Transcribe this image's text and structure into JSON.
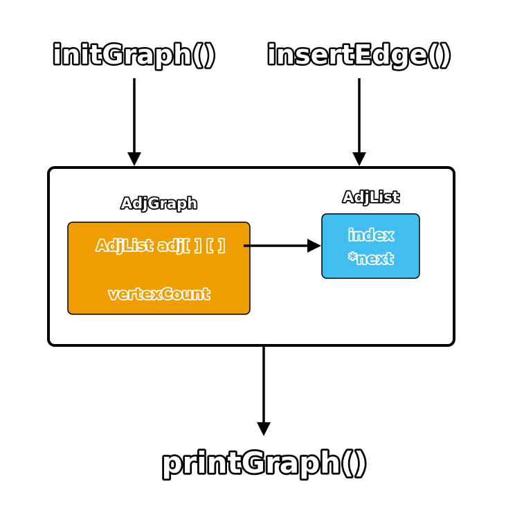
{
  "functions": {
    "init": "initGraph()",
    "insert": "insertEdge()",
    "print": "printGraph()"
  },
  "structs": {
    "adj_graph": {
      "title": "AdjGraph",
      "field_adj": "AdjList adj[ ] [ ]",
      "field_count": "vertexCount",
      "fill": "#EE9E00"
    },
    "adj_list": {
      "title": "AdjList",
      "field_index": "index",
      "field_next": "*next",
      "fill": "#41BEEF"
    }
  }
}
